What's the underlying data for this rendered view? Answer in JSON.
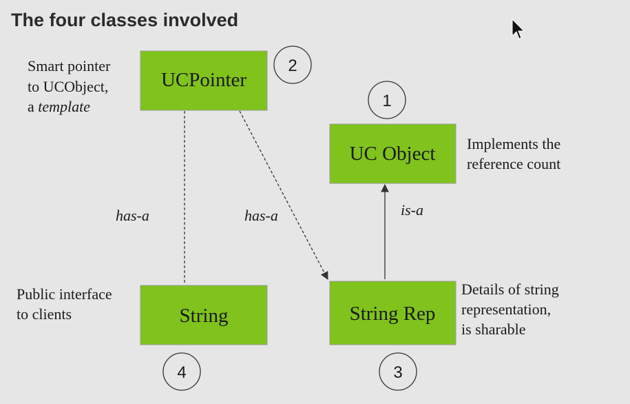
{
  "title": "The four classes involved",
  "boxes": {
    "ucpointer": {
      "label": "UCPointer",
      "number": "2"
    },
    "ucobject": {
      "label": "UC Object",
      "number": "1"
    },
    "string": {
      "label": "String",
      "number": "4"
    },
    "stringrep": {
      "label": "String Rep",
      "number": "3"
    }
  },
  "notes": {
    "ucpointer": {
      "line1": "Smart pointer",
      "line2": "to UCObject,",
      "line3_prefix": "a ",
      "line3_italic": "template"
    },
    "ucobject": {
      "line1": "Implements the",
      "line2": "reference count"
    },
    "string": {
      "line1": "Public interface",
      "line2": "to clients"
    },
    "stringrep": {
      "line1": "Details of string",
      "line2": "representation,",
      "line3": "is sharable"
    }
  },
  "relations": {
    "pointer_string": "has-a",
    "pointer_rep": "has-a",
    "rep_object": "is-a"
  },
  "colors": {
    "box_fill": "#7fc31c",
    "background": "#e6e6e6"
  }
}
